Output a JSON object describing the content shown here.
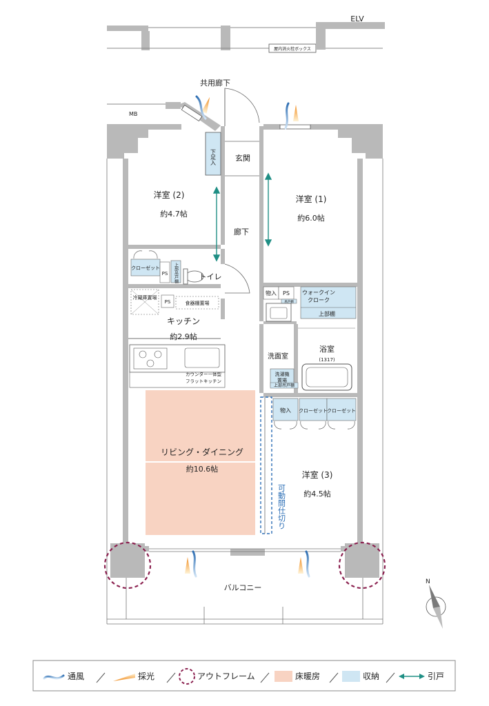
{
  "labels": {
    "elv": "ELV",
    "pipe_space_top": "屋内消火栓ボックス",
    "common_corridor": "共用廊下",
    "mb": "MB",
    "genkan": "玄関",
    "shoes": "下足入",
    "room2": "洋室 (2)",
    "room2_size": "約4.7帖",
    "room1": "洋室 (1)",
    "room1_size": "約6.0帖",
    "hallway": "廊下",
    "closet": "クローゼット",
    "ps": "PS",
    "upper_cabinet": "上部吊戸棚",
    "toilet": "トイレ",
    "fridge": "冷蔵庫置場",
    "dish_shelf": "食器棚置場",
    "kitchen": "キッチン",
    "kitchen_size": "約2.9帖",
    "counter_kitchen": "カウンター一体型",
    "flat_kitchen": "フラットキッチン",
    "storage": "物入",
    "walkin": "ウォークイン",
    "walkin2": "クローク",
    "upper_shelf": "上部棚",
    "bathroom": "浴室",
    "bath_size": "(1317)",
    "washroom": "洗面室",
    "washer": "洗濯機",
    "washer2": "置場",
    "upper_cabinet2": "上部吊戸棚",
    "closet_a": "クローゼット",
    "closet_b": "クローゼット",
    "ldk": "リビング・ダイニング",
    "ldk_size": "約10.6帖",
    "room3": "洋室 (3)",
    "room3_size": "約4.5帖",
    "movable_partition": "可動間仕切り",
    "balcony": "バルコニー",
    "north": "N",
    "small_shelf": "吊戸棚"
  },
  "legend": [
    {
      "name": "通風",
      "icon": "ventilation-icon"
    },
    {
      "name": "採光",
      "icon": "daylight-icon"
    },
    {
      "name": "アウトフレーム",
      "icon": "outframe-icon"
    },
    {
      "name": "床暖房",
      "icon": "floor-heating-swatch"
    },
    {
      "name": "収納",
      "icon": "storage-swatch"
    },
    {
      "name": "引戸",
      "icon": "sliding-door-icon"
    }
  ],
  "colors": {
    "wall": "#b9b9b9",
    "floor_heating": "#f8d3c2",
    "storage": "#cfe6f3",
    "outframe": "#8a1f4e",
    "sliding": "#1e8e84",
    "partition": "#2a6db5",
    "vent": "#6f9fd0",
    "sun": "#f08a1c"
  }
}
